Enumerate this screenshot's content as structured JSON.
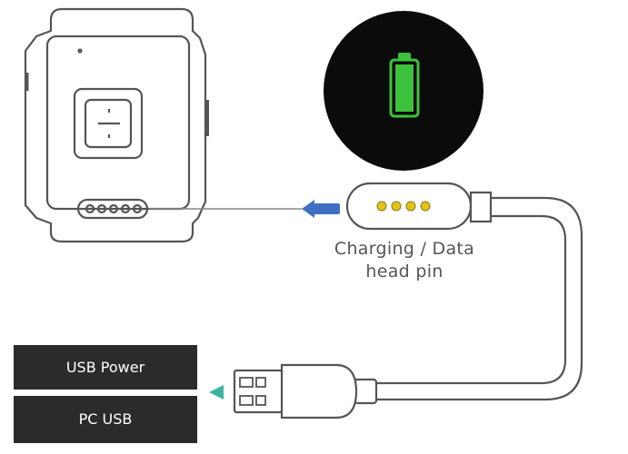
{
  "labels": {
    "pin_line1": "Charging / Data",
    "pin_line2": "head pin"
  },
  "ports": {
    "usb_power": "USB Power",
    "pc_usb": "PC USB"
  },
  "colors": {
    "outline": "#555555",
    "battery": "#3cc23c",
    "screen": "#0b0b0b",
    "pin_arrow": "#3f6fc4",
    "usb_arrow": "#3db3a0",
    "pins": "#e3c21a",
    "port_box": "#2b2b2b"
  },
  "battery_level": 1.0
}
